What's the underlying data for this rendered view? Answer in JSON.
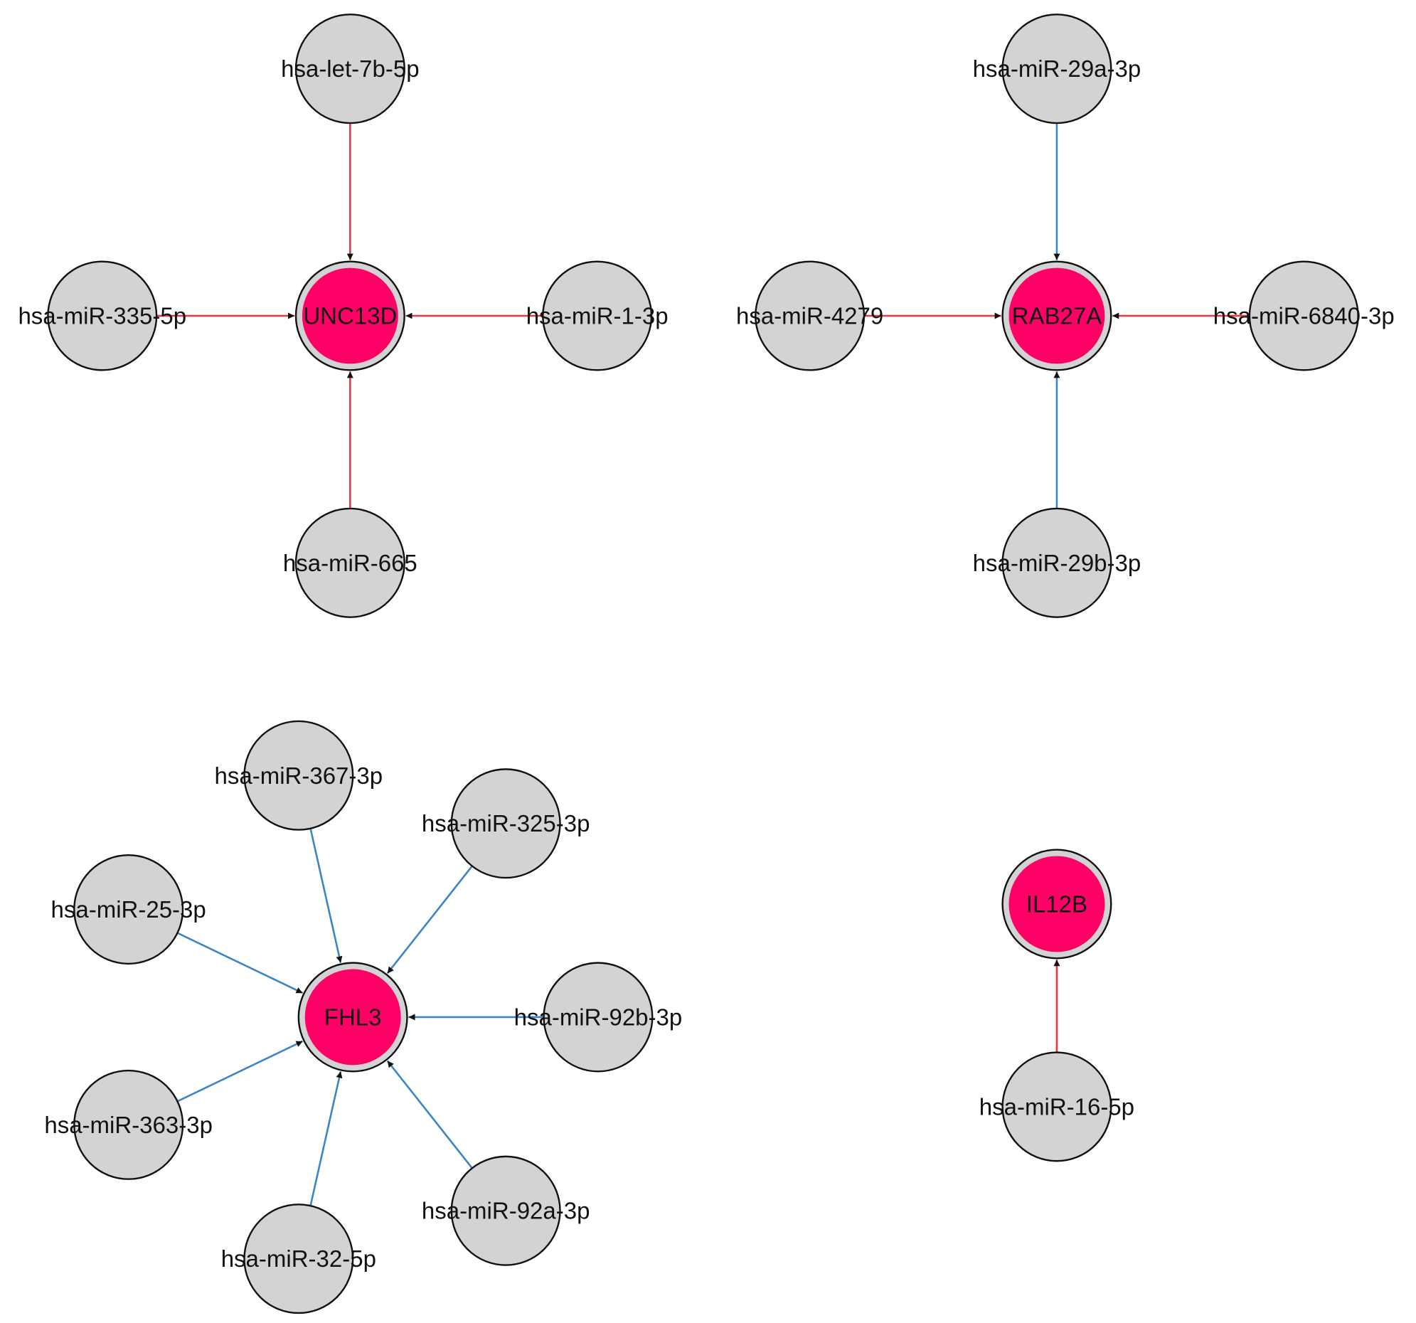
{
  "colors": {
    "gene_fill": "#ff0066",
    "mirna_fill": "#d3d3d3",
    "edge_red": "#e8393f",
    "edge_blue": "#3a86c6",
    "arrow": "#111111"
  },
  "clusters": [
    {
      "gene": "UNC13D",
      "mirnas": [
        {
          "label": "hsa-let-7b-5p",
          "edge": "red"
        },
        {
          "label": "hsa-miR-335-5p",
          "edge": "red"
        },
        {
          "label": "hsa-miR-1-3p",
          "edge": "red"
        },
        {
          "label": "hsa-miR-665",
          "edge": "red"
        }
      ]
    },
    {
      "gene": "RAB27A",
      "mirnas": [
        {
          "label": "hsa-miR-29a-3p",
          "edge": "blue"
        },
        {
          "label": "hsa-miR-4279",
          "edge": "red"
        },
        {
          "label": "hsa-miR-6840-3p",
          "edge": "red"
        },
        {
          "label": "hsa-miR-29b-3p",
          "edge": "blue"
        }
      ]
    },
    {
      "gene": "FHL3",
      "mirnas": [
        {
          "label": "hsa-miR-367-3p",
          "edge": "blue"
        },
        {
          "label": "hsa-miR-325-3p",
          "edge": "blue"
        },
        {
          "label": "hsa-miR-25-3p",
          "edge": "blue"
        },
        {
          "label": "hsa-miR-92b-3p",
          "edge": "blue"
        },
        {
          "label": "hsa-miR-363-3p",
          "edge": "blue"
        },
        {
          "label": "hsa-miR-92a-3p",
          "edge": "blue"
        },
        {
          "label": "hsa-miR-32-5p",
          "edge": "blue"
        }
      ]
    },
    {
      "gene": "IL12B",
      "mirnas": [
        {
          "label": "hsa-miR-16-5p",
          "edge": "red"
        }
      ]
    }
  ]
}
